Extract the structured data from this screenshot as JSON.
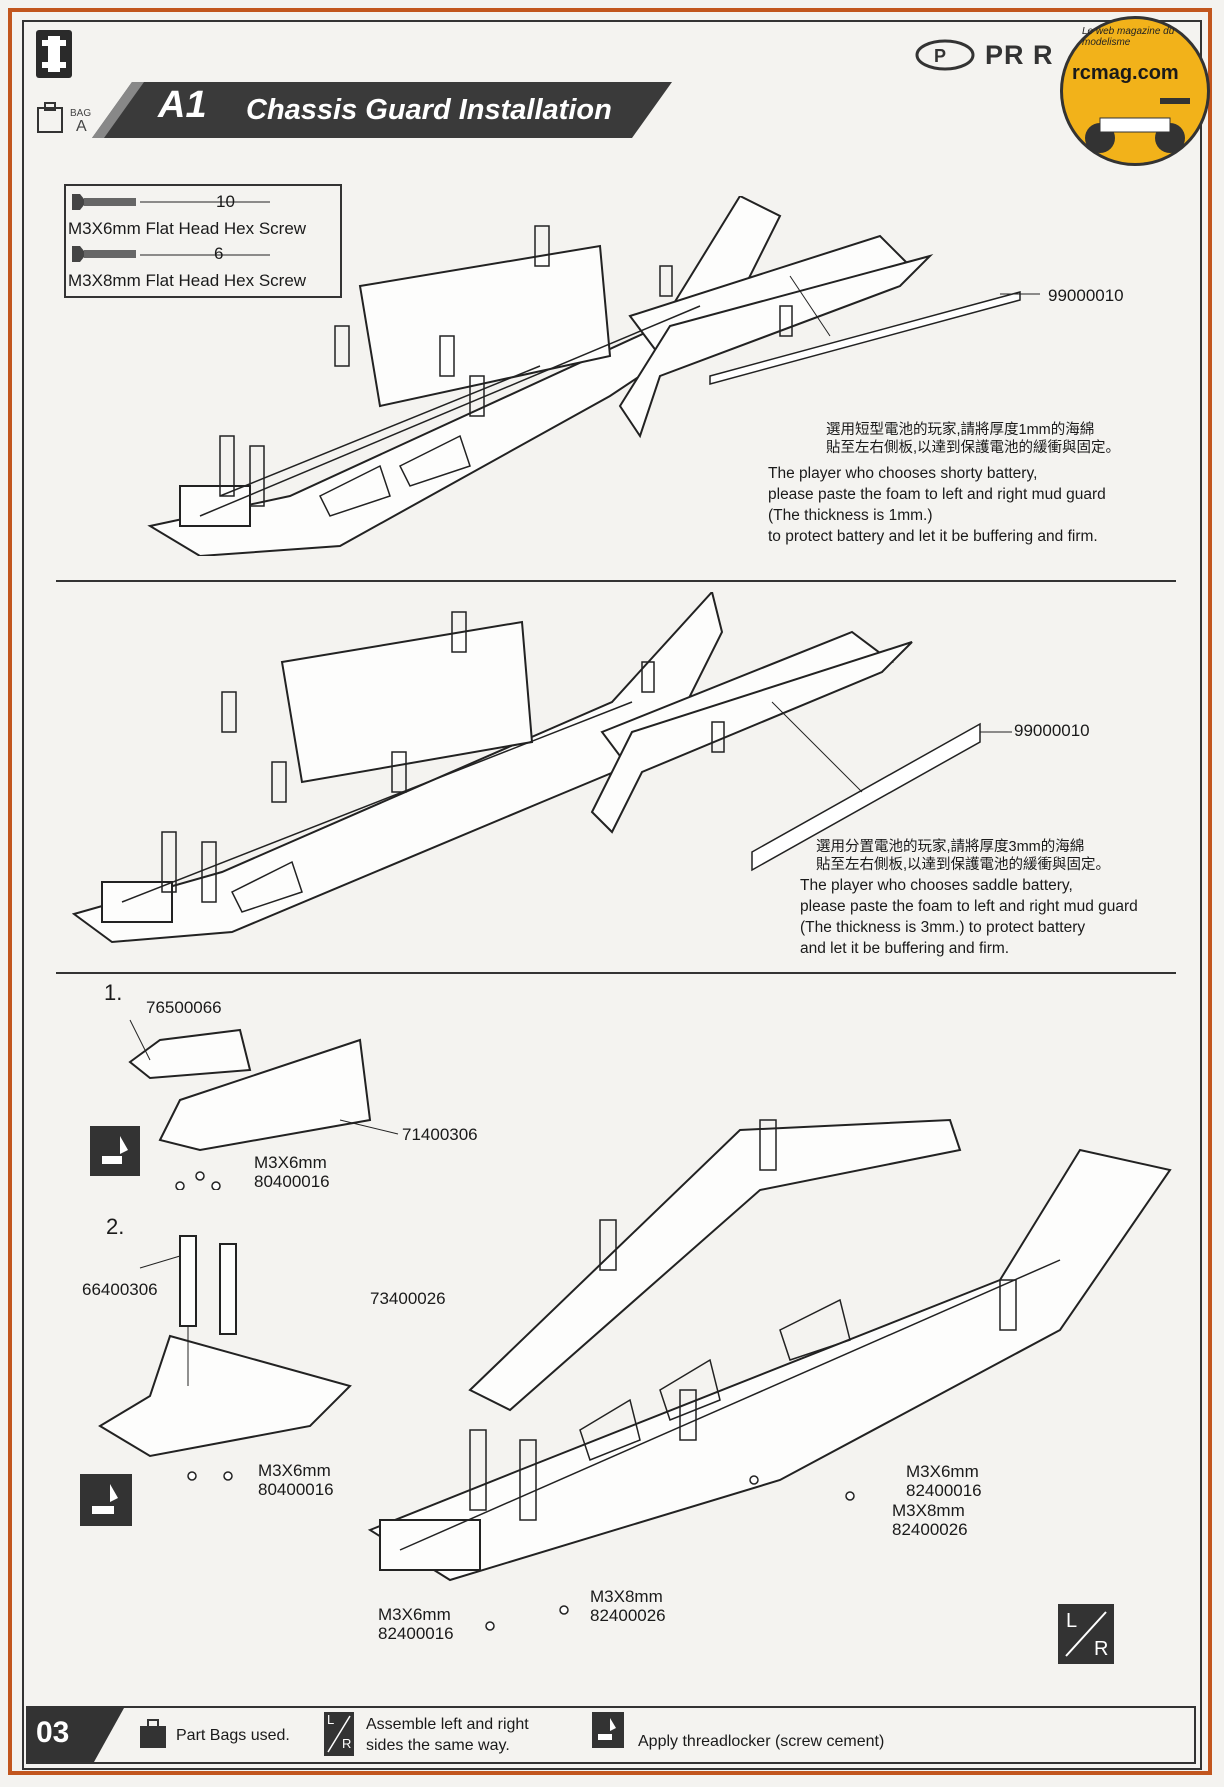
{
  "header": {
    "step_code": "A1",
    "step_title": "Chassis Guard Installation",
    "bag_label": "BAG",
    "bag_letter": "A",
    "brand": "PR R",
    "watermark": "rcmag.com",
    "watermark_sub": "Le web magazine du modelisme"
  },
  "screws": [
    {
      "qty": "10",
      "label": "M3X6mm Flat Head Hex Screw"
    },
    {
      "qty": "6",
      "label": "M3X8mm Flat Head Hex Screw"
    }
  ],
  "section1": {
    "part_number": "99000010",
    "note_zh_1": "選用短型電池的玩家,請將厚度1mm的海綿",
    "note_zh_2": "貼至左右側板,以達到保護電池的緩衝與固定。",
    "note_en": [
      "The player who chooses shorty battery,",
      "please paste the foam to left and right mud guard",
      "(The thickness is 1mm.)",
      "to protect battery and let it be buffering and firm."
    ]
  },
  "section2": {
    "part_number": "99000010",
    "note_zh_1": "選用分置電池的玩家,請將厚度3mm的海綿",
    "note_zh_2": "貼至左右側板,以達到保護電池的緩衝與固定。",
    "note_en": [
      "The player who chooses saddle battery,",
      "please paste the foam to left and right mud guard",
      "(The thickness is 3mm.) to protect battery",
      "and let it be buffering and firm."
    ]
  },
  "section3": {
    "step1": "1.",
    "step2": "2.",
    "parts": {
      "p76500066": "76500066",
      "p71400306": "71400306",
      "s1_screw": "M3X6mm",
      "s1_screw_pn": "80400016",
      "p66400306": "66400306",
      "s2_screw": "M3X6mm",
      "s2_screw_pn": "80400016",
      "p73400026": "73400026",
      "r_screw6": "M3X6mm",
      "r_screw6_pn": "82400016",
      "r_screw8": "M3X8mm",
      "r_screw8_pn": "82400026",
      "b_screw8": "M3X8mm",
      "b_screw8_pn": "82400026",
      "b_screw6": "M3X6mm",
      "b_screw6_pn": "82400016"
    },
    "lr_badge": {
      "l": "L",
      "r": "R"
    }
  },
  "footer": {
    "page_number": "03",
    "part_bags": "Part Bags used.",
    "assemble_1": "Assemble left and right",
    "assemble_2": "sides the same way.",
    "threadlocker": "Apply threadlocker (screw cement)",
    "lr_l": "L",
    "lr_r": "R"
  },
  "colors": {
    "border": "#c2561e",
    "ink": "#1a1a1a",
    "dark_band": "#3a3a3a",
    "watermark": "#f2b21a"
  }
}
